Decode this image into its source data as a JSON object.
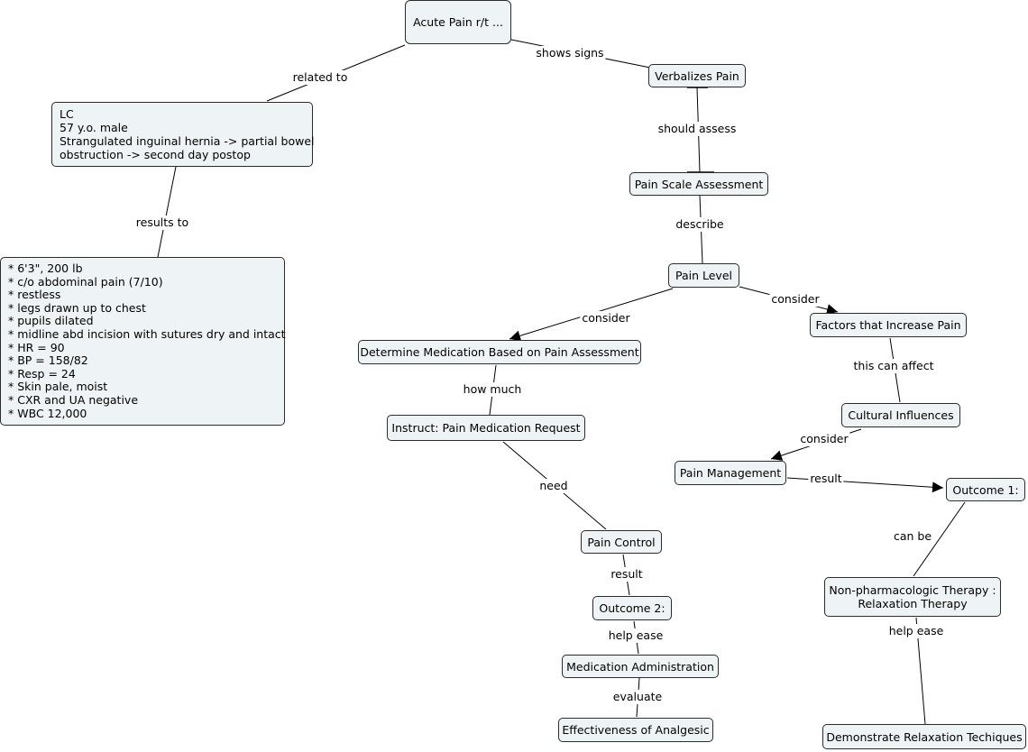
{
  "nodes": {
    "acute_pain": "Acute Pain r/t ...",
    "verbalizes_pain": "Verbalizes Pain",
    "patient": [
      "LC",
      "57 y.o. male",
      "Strangulated inguinal hernia -> partial bowel",
      "obstruction -> second day postop"
    ],
    "findings": [
      "* 6'3\", 200 lb",
      "* c/o abdominal pain (7/10)",
      "* restless",
      "* legs drawn up to chest",
      "* pupils dilated",
      "* midline abd incision with sutures dry and intact",
      "* HR = 90",
      "* BP = 158/82",
      "* Resp = 24",
      "* Skin pale, moist",
      "* CXR and UA negative",
      "* WBC 12,000"
    ],
    "pain_scale": "Pain Scale Assessment",
    "pain_level": "Pain Level",
    "factors": "Factors that Increase Pain",
    "determine_med": "Determine Medication Based on Pain Assessment",
    "instruct": "Instruct: Pain Medication Request",
    "cultural": "Cultural Influences",
    "pain_mgmt": "Pain Management",
    "outcome1": "Outcome 1:",
    "pain_control": "Pain Control",
    "outcome2": "Outcome 2:",
    "nonpharm": [
      "Non-pharmacologic Therapy :",
      "Relaxation Therapy"
    ],
    "med_admin": "Medication Administration",
    "effectiveness": "Effectiveness of Analgesic",
    "relaxation": "Demonstrate Relaxation Techiques"
  },
  "links": {
    "related_to": "related to",
    "shows_signs": "shows signs",
    "results_to": "results to",
    "should_assess": "should assess",
    "describe": "describe",
    "consider_left": "consider",
    "consider_right": "consider",
    "how_much": "how much",
    "this_can_affect": "this can affect",
    "consider_cultural": "consider",
    "result_outcome1": "result",
    "need": "need",
    "can_be": "can be",
    "result_outcome2": "result",
    "help_ease_med": "help ease",
    "help_ease_relax": "help ease",
    "evaluate": "evaluate"
  }
}
